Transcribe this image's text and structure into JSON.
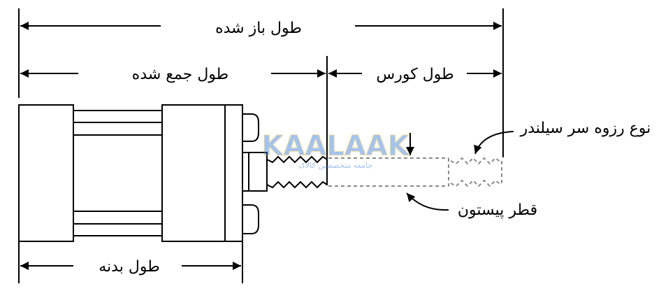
{
  "labels": {
    "open_length": "طول باز شده",
    "closed_length": "طول جمع شده",
    "stroke_length": "طول کورس",
    "body_length": "طول بدنه",
    "rod_thread_type": "نوع رزوه سر سیلندر",
    "piston_diameter": "قطر پیستون"
  },
  "watermark": {
    "logo_text": "KAALAAK",
    "tagline": "جامعه متخصصین کالاک"
  },
  "colors": {
    "line": "#000000",
    "dashed": "#8a8a8a",
    "watermark_blue": "#3a7bd5",
    "watermark_yellow": "#f5c242"
  }
}
